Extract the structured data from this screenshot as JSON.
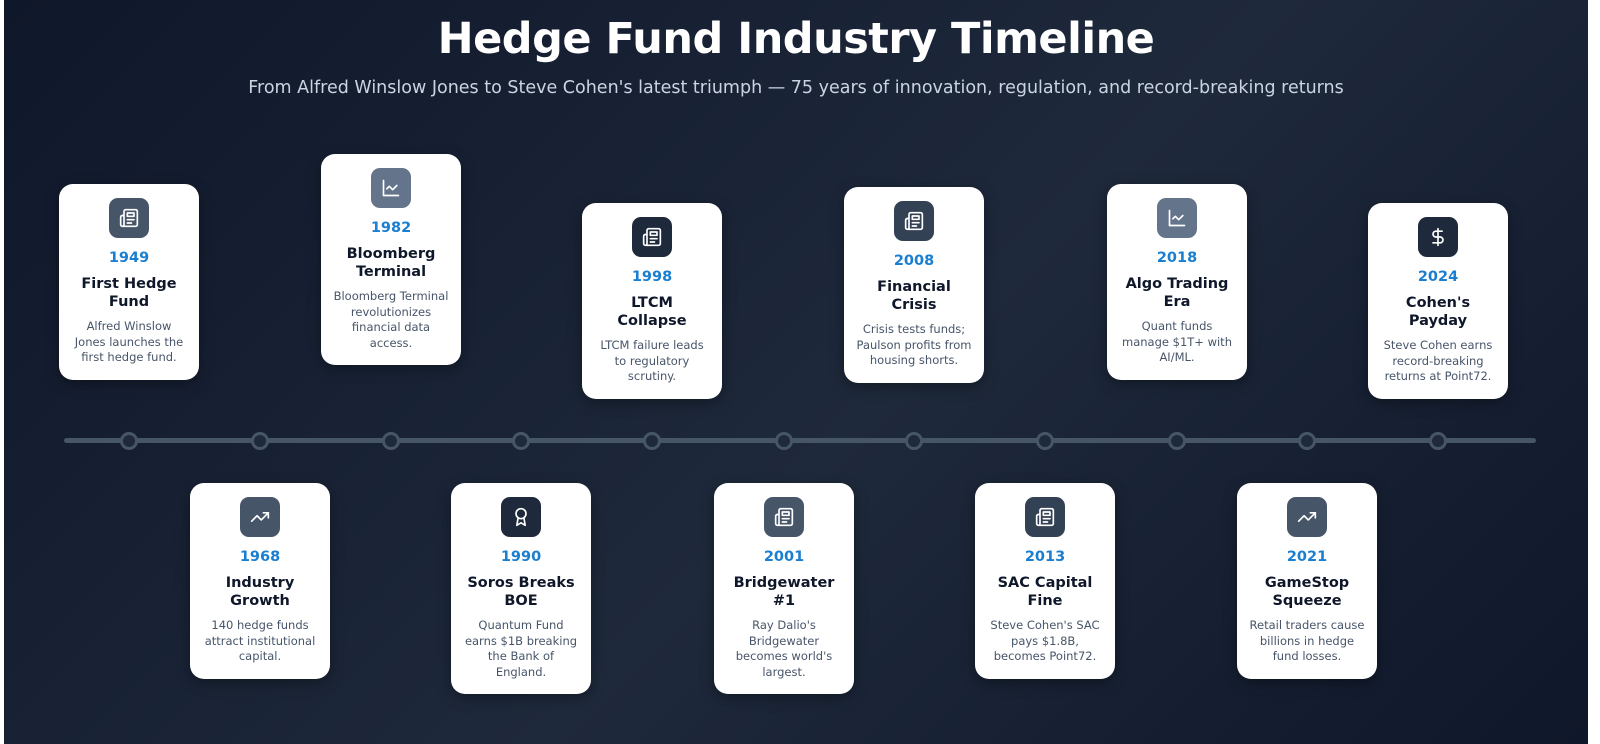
{
  "header": {
    "title": "Hedge Fund Industry Timeline",
    "subtitle": "From Alfred Winslow Jones to Steve Cohen's latest triumph — 75 years of innovation, regulation, and record-breaking returns"
  },
  "colors": {
    "background": "#0f172a",
    "card": "#ffffff",
    "year": "#1a7fd0",
    "axis": "#475569",
    "icon_slate": "#475569",
    "icon_steel": "#64748b",
    "icon_navy": "#1e293b"
  },
  "events": [
    {
      "year": "1949",
      "title": "First Hedge Fund",
      "description": "Alfred Winslow Jones launches the first hedge fund.",
      "icon": "newspaper-icon",
      "icon_color": "#475569"
    },
    {
      "year": "1968",
      "title": "Industry Growth",
      "description": "140 hedge funds attract institutional capital.",
      "icon": "trending-up-icon",
      "icon_color": "#475569"
    },
    {
      "year": "1982",
      "title": "Bloomberg Terminal",
      "description": "Bloomberg Terminal revolutionizes financial data access.",
      "icon": "line-chart-icon",
      "icon_color": "#64748b"
    },
    {
      "year": "1990",
      "title": "Soros Breaks BOE",
      "description": "Quantum Fund earns $1B breaking the Bank of England.",
      "icon": "award-icon",
      "icon_color": "#1e293b"
    },
    {
      "year": "1998",
      "title": "LTCM Collapse",
      "description": "LTCM failure leads to regulatory scrutiny.",
      "icon": "newspaper-icon",
      "icon_color": "#1e293b"
    },
    {
      "year": "2001",
      "title": "Bridgewater #1",
      "description": "Ray Dalio's Bridgewater becomes world's largest.",
      "icon": "newspaper-icon",
      "icon_color": "#475569"
    },
    {
      "year": "2008",
      "title": "Financial Crisis",
      "description": "Crisis tests funds; Paulson profits from housing shorts.",
      "icon": "newspaper-icon",
      "icon_color": "#334155"
    },
    {
      "year": "2013",
      "title": "SAC Capital Fine",
      "description": "Steve Cohen's SAC pays $1.8B, becomes Point72.",
      "icon": "newspaper-icon",
      "icon_color": "#334155"
    },
    {
      "year": "2018",
      "title": "Algo Trading Era",
      "description": "Quant funds manage $1T+ with AI/ML.",
      "icon": "line-chart-icon",
      "icon_color": "#64748b"
    },
    {
      "year": "2021",
      "title": "GameStop Squeeze",
      "description": "Retail traders cause billions in hedge fund losses.",
      "icon": "trending-up-icon",
      "icon_color": "#475569"
    },
    {
      "year": "2024",
      "title": "Cohen's Payday",
      "description": "Steve Cohen earns record-breaking returns at Point72.",
      "icon": "dollar-icon",
      "icon_color": "#1e293b"
    }
  ]
}
